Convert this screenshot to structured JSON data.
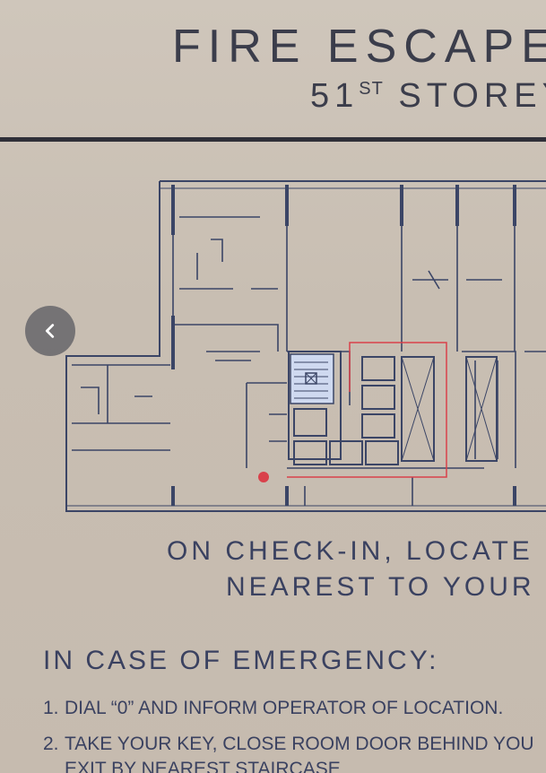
{
  "sign": {
    "title": "FIRE ESCAPE",
    "floor_number": "51",
    "floor_suffix": "ST",
    "floor_word": "STOREY",
    "check_in_line1": "ON CHECK-IN, LOCATE",
    "check_in_line2": "NEAREST TO YOUR",
    "emergency_heading": "IN CASE OF EMERGENCY:",
    "steps": [
      {
        "num": "1.",
        "text": "DIAL “0” AND INFORM OPERATOR OF LOCATION."
      },
      {
        "num": "2.",
        "text": "TAKE YOUR KEY, CLOSE ROOM DOOR BEHIND YOU",
        "text_cont": "EXIT BY NEAREST STAIRCASE"
      }
    ]
  },
  "nav": {
    "icon": "chevron-left-icon"
  },
  "colors": {
    "sign_background": "#c9bfb4",
    "plan_lines": "#3b4566",
    "route_red": "#d9414b",
    "stair_blue": "#cfd9f0"
  }
}
